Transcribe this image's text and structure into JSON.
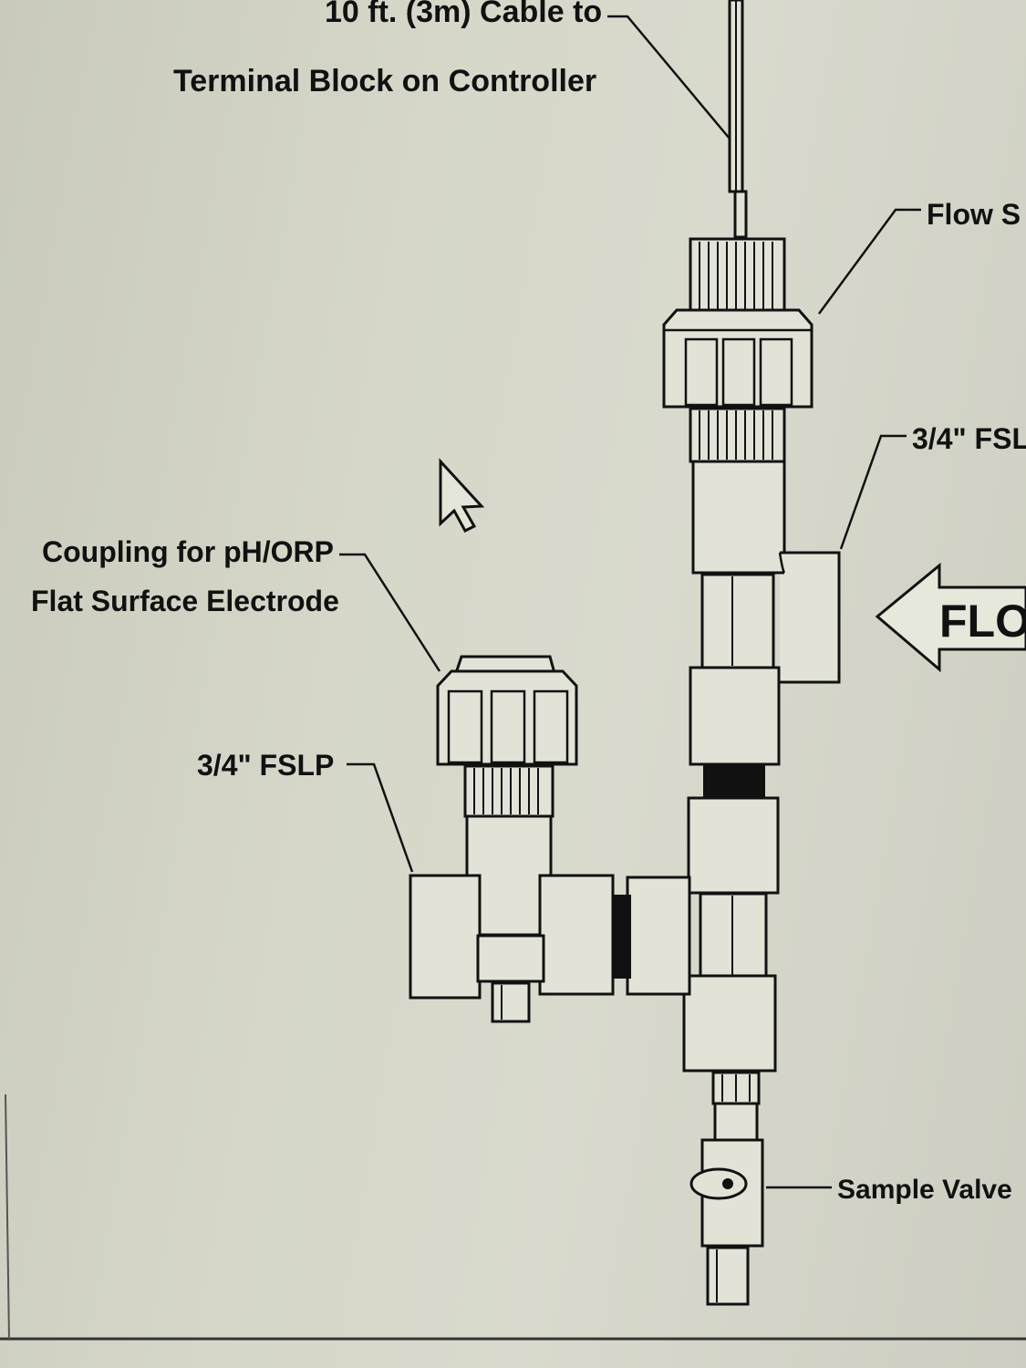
{
  "labels": {
    "cable": [
      "10 ft. (3m) Cable to",
      "Terminal Block on Controller"
    ],
    "flow_sensor": "Flow S",
    "fslp_right": "3/4\" FSL",
    "flow_arrow": "FLO",
    "coupling": [
      "Coupling for pH/ORP",
      "Flat Surface Electrode"
    ],
    "fslp_left": "3/4\" FSLP",
    "sample_valve": "Sample Valve"
  },
  "colors": {
    "screen_bg": "#d6d7c9",
    "line": "#111111",
    "part_fill": "#e2e3d6"
  },
  "cursor": "mouse-pointer-icon"
}
